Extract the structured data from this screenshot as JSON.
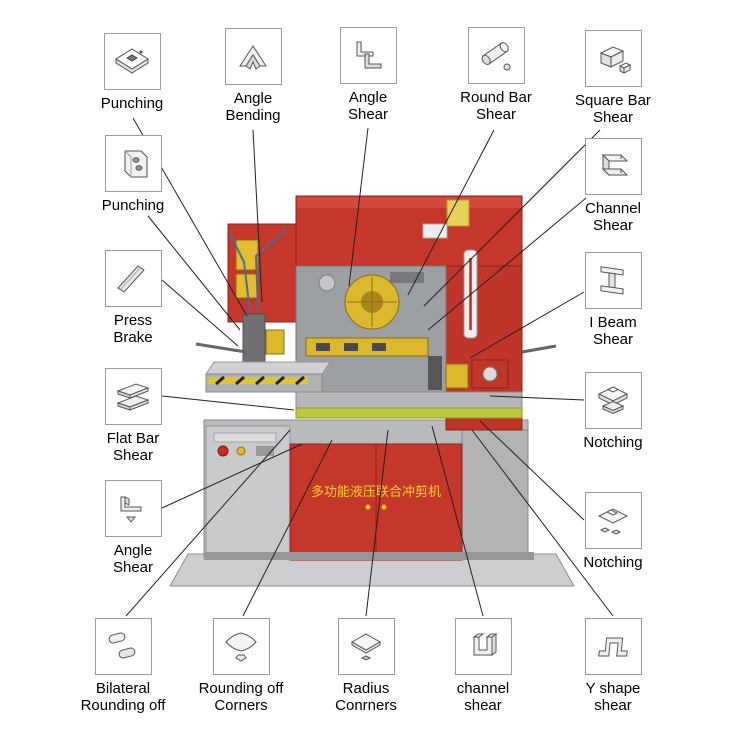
{
  "machine": {
    "name": "hydraulic ironworker machine",
    "door_text": "多功能液压联合冲剪机"
  },
  "colors": {
    "machine_red": "#c5362b",
    "machine_yellow": "#dcb92c",
    "stand_gray": "#b9babc",
    "stripe_green": "#bcc93e",
    "door_text_yellow": "#f5d320",
    "connector_line": "#222222",
    "box_border": "#9c9c9c"
  },
  "callouts": [
    {
      "id": "punching-top",
      "label": "Punching",
      "icon": "punching-icon"
    },
    {
      "id": "angle-bending",
      "label": "Angle Bending",
      "icon": "angle-bending-icon"
    },
    {
      "id": "angle-shear-top",
      "label": "Angle Shear",
      "icon": "angle-shear-icon"
    },
    {
      "id": "round-bar-shear",
      "label": "Round Bar Shear",
      "icon": "round-bar-shear-icon"
    },
    {
      "id": "square-bar-shear",
      "label": "Square Bar Shear",
      "icon": "square-bar-shear-icon"
    },
    {
      "id": "punching-left",
      "label": "Punching",
      "icon": "punched-plate-icon"
    },
    {
      "id": "channel-shear-right",
      "label": "Channel Shear",
      "icon": "channel-shear-icon"
    },
    {
      "id": "press-brake",
      "label": "Press Brake",
      "icon": "press-brake-icon"
    },
    {
      "id": "i-beam-shear",
      "label": "I Beam Shear",
      "icon": "i-beam-shear-icon"
    },
    {
      "id": "flat-bar-shear",
      "label": "Flat Bar Shear",
      "icon": "flat-bar-shear-icon"
    },
    {
      "id": "notching-1",
      "label": "Notching",
      "icon": "notching-icon"
    },
    {
      "id": "angle-shear-left",
      "label": "Angle Shear",
      "icon": "angle-shear-piece-icon"
    },
    {
      "id": "notching-2",
      "label": "Notching",
      "icon": "notched-plate-icon"
    },
    {
      "id": "bilateral-rounding",
      "label": "Bilateral Rounding off",
      "icon": "bilateral-rounding-off-icon"
    },
    {
      "id": "rounding-corners",
      "label": "Rounding off Corners",
      "icon": "rounding-off-corners-icon"
    },
    {
      "id": "radius-corners",
      "label": "Radius Conrners",
      "icon": "radius-corners-icon"
    },
    {
      "id": "channel-shear-bottom",
      "label": "channel shear",
      "icon": "channel-upright-icon"
    },
    {
      "id": "y-shape-shear",
      "label": "Y shape shear",
      "icon": "y-shape-shear-icon"
    }
  ]
}
